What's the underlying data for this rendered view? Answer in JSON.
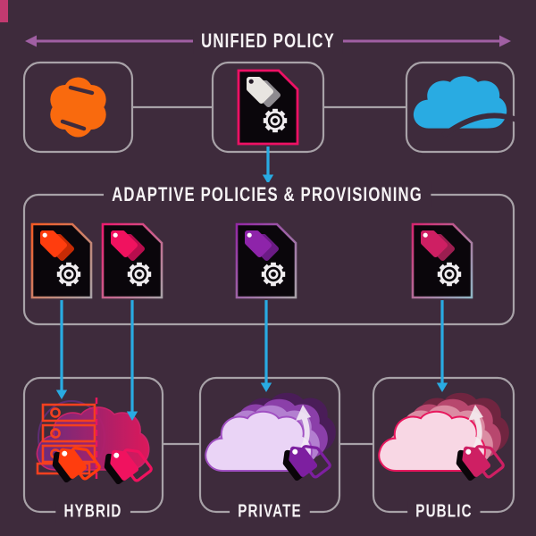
{
  "header": {
    "title": "UNIFIED POLICY"
  },
  "adaptive_section": {
    "title": "ADAPTIVE POLICIES & PROVISIONING",
    "docs": [
      {
        "id": "policy-doc-hybrid-onprem",
        "tag_color": "#FF3D0E"
      },
      {
        "id": "policy-doc-hybrid-cloud",
        "tag_color": "#F0125F"
      },
      {
        "id": "policy-doc-private",
        "tag_color": "#8E24AA"
      },
      {
        "id": "policy-doc-public",
        "tag_color": "#CE1F63"
      }
    ]
  },
  "top_row": {
    "nodes": [
      {
        "id": "application",
        "icon": "app-blob-icon"
      },
      {
        "id": "unified-policy-document",
        "icon": "policy-doc-icon"
      },
      {
        "id": "cloud",
        "icon": "cloud-icon"
      }
    ]
  },
  "environments": [
    {
      "label": "HYBRID"
    },
    {
      "label": "PRIVATE"
    },
    {
      "label": "PUBLIC"
    }
  ],
  "palette": {
    "background": "#3E2B3C",
    "box_border": "#A8A2A8",
    "unified_arrow_purple": "#A05FA3",
    "flow_arrow_blue": "#29ABE2",
    "app_orange": "#F96A0E",
    "doc_border_pink": "#ED1164",
    "cloud_blue": "#29ABE2",
    "server_orange": "#F4401F",
    "tag_orange": "#FF3D0E",
    "tag_pink": "#F0125F",
    "tag_purple": "#7D1FA0",
    "tag_crimson": "#CE1F63",
    "private_cloud_light": "#EAD4F6",
    "public_cloud_light": "#F8D7E4"
  }
}
